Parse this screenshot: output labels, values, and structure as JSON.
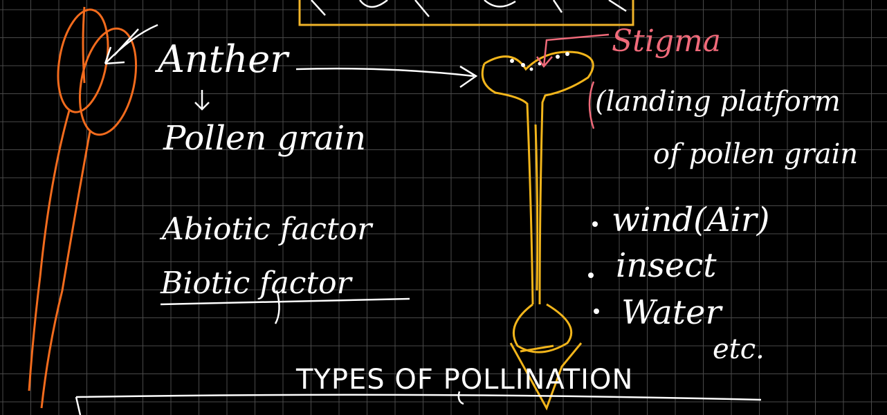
{
  "board": {
    "background_color": "#000000",
    "grid_color": "#4a4a4a",
    "title_box_color": "#f0b429"
  },
  "notes": {
    "anther_label": "Anther",
    "pollen_grain_label": "Pollen grain",
    "abiotic_label": "Abiotic factor",
    "biotic_label": "Biotic factor",
    "stigma_label": "Stigma",
    "stigma_desc_line1": "(landing platform",
    "stigma_desc_line2": "of pollen grain",
    "agent_1": "wind(Air)",
    "agent_2": "insect",
    "agent_3": "Water",
    "agent_etc": "etc.",
    "types_heading": "TYPES OF POLLINATION"
  },
  "colors": {
    "ink_white": "#ffffff",
    "ink_orange": "#f26b1d",
    "ink_yellow": "#f2b51b",
    "ink_pink": "#f06a7a"
  }
}
